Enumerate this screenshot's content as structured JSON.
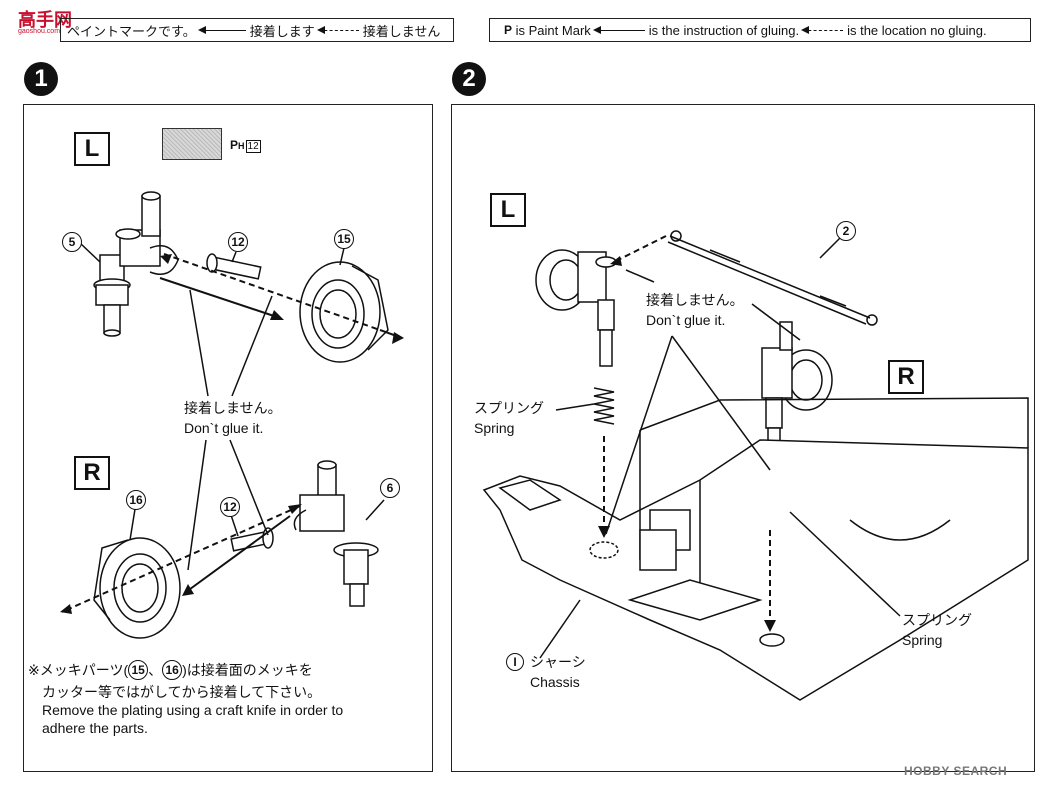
{
  "legend_jp": {
    "paint_text": "ペイントマークです。",
    "glue": "接着します",
    "noglue": "接着しません"
  },
  "legend_en": {
    "paint_mark": "is Paint Mark",
    "glue": "is the instruction of gluing.",
    "noglue": "is the location no gluing."
  },
  "watermark": {
    "logo": "高手网",
    "sub": "gaoshou.com"
  },
  "step1": {
    "number": "1",
    "left_label": "L",
    "right_label": "R",
    "paint_code": "12",
    "parts": [
      "5",
      "12",
      "15",
      "16",
      "12",
      "6"
    ],
    "no_glue_jp": "接着しません。",
    "no_glue_en": "Don`t glue it.",
    "note_jp_1": "※メッキパーツ",
    "note_part_a": "15",
    "note_part_b": "16",
    "note_jp_1b": "は接着面のメッキを",
    "note_jp_2": "カッター等ではがしてから接着して下さい。",
    "note_en_1": "Remove the plating using a craft knife in order to",
    "note_en_2": "adhere the parts."
  },
  "step2": {
    "number": "2",
    "left_label": "L",
    "right_label": "R",
    "part_2": "2",
    "no_glue_jp": "接着しません。",
    "no_glue_en": "Don`t glue it.",
    "spring_jp": "スプリング",
    "spring_en": "Spring",
    "chassis_code": "I",
    "chassis_jp": "シャーシ",
    "chassis_en": "Chassis"
  },
  "credit": "HOBBY SEARCH"
}
